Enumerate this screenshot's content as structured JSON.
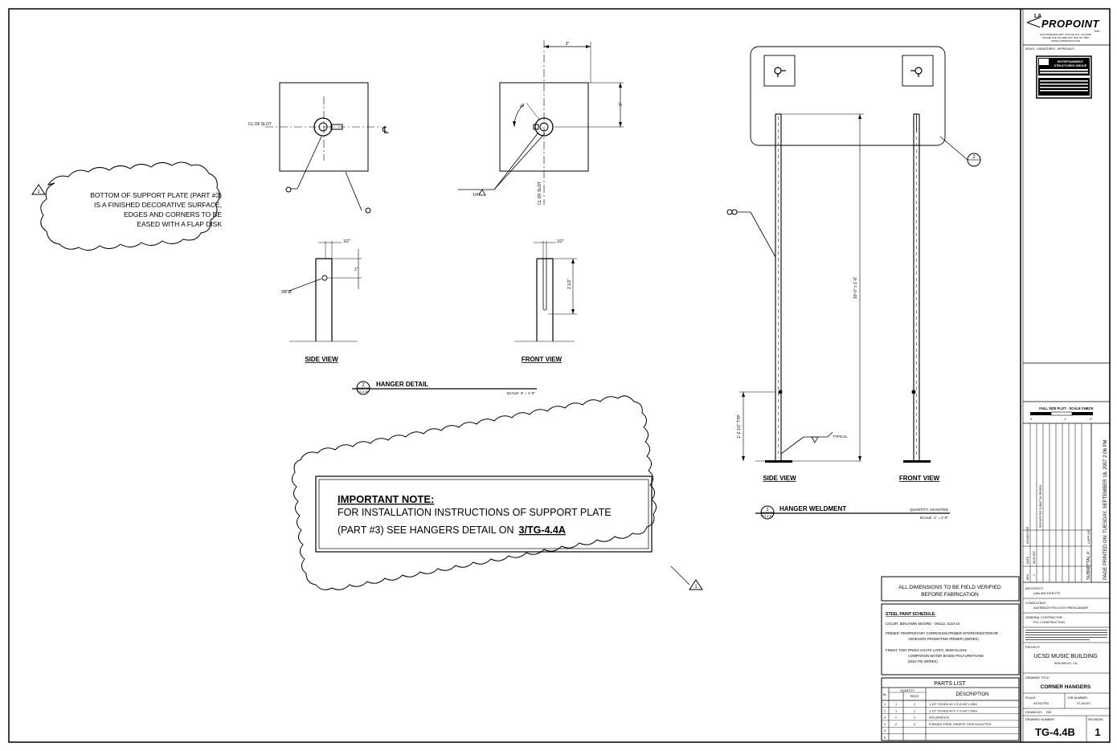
{
  "cloud_note_1": {
    "lines": [
      "BOTTOM OF SUPPORT PLATE (PART #3)",
      "IS A FINISHED DECORATIVE SURFACE,",
      "EDGES AND CORNERS TO BE",
      "EASED WITH A FLAP DISK"
    ],
    "revision": "1"
  },
  "plate_views": {
    "cl_slot_left": "CL OF SLOT",
    "cl_slot_vertical": "CL OF SLOT",
    "dim_top": "3\"",
    "dim_right": "3\"",
    "angle": "45°",
    "weld_symbol": "1/4\""
  },
  "hanger_detail": {
    "side_view_label": "SIDE VIEW",
    "front_view_label": "FRONT VIEW",
    "dim_side_top": "1/2\"",
    "dim_side_hole": "1\"",
    "hole_callout": "3/8\"Ø",
    "dim_front_top": "1/2\"",
    "dim_front_slot": "2 1/2\"",
    "title_number": "2",
    "title_sheet": "TG-4.4B",
    "title": "HANGER DETAIL",
    "scale": "SCALE: 3\" = 1'-0\""
  },
  "important_note": {
    "heading": "IMPORTANT NOTE:",
    "line1": "FOR INSTALLATION INSTRUCTIONS OF SUPPORT PLATE",
    "line2_prefix": "(PART #3) SEE HANGERS DETAIL ON",
    "line2_ref": "3/TG-4.4A",
    "revision": "1"
  },
  "hanger_weldment": {
    "side_view_label": "SIDE VIEW",
    "front_view_label": "FRONT VIEW",
    "part_callout": "2",
    "detail_callout": "2",
    "length_dim": "10'-0\" ± 1'-6\"",
    "bottom_dim": "1'-2 1/2\" TYP",
    "typical": "TYPICAL",
    "title_number": "1",
    "title_sheet": "TG-4.4B",
    "title": "HANGER WELDMENT",
    "quantity": "QUANTITY: AS NOTED",
    "scale": "SCALE: 1\" = 1'-0\""
  },
  "general_notes": {
    "field_verify_1": "ALL DIMENSIONS TO BE FIELD VERIFIED",
    "field_verify_2": "BEFORE FABRICATION",
    "paint_heading": "STEEL PAINT SCHEDULE:",
    "paint_color": "COLOR: BENJAMIN MOORE - ON112; 2133-10",
    "primer_1": "PRIMER: PROPRIETARY CORROSION PRIMER INTERIOR/EXTERIOR",
    "primer_2": "ADHESION PROMOTING PRIMER (SERIES)",
    "finish_1": "FINISH: TWO FINISH COATS LATEX; SEMI-GLOSS",
    "finish_2": "COMPARION WATER BASED POLYURETHANE",
    "finish_3": "(M43-700 SERIES)"
  },
  "parts_list": {
    "title": "PARTS LIST",
    "col_no": "No",
    "col_qty": "QUANTITY",
    "col_req": "REQ'D",
    "col_desc": "DESCRIPTION",
    "rows": [
      {
        "no": "1",
        "a": "1",
        "b": "1",
        "desc": "1-1/2\" SCHED 40 X 9'-8-3/4\" LONG"
      },
      {
        "no": "2",
        "a": "1",
        "b": "1",
        "desc": "1-1/2\" SCHED 40 X 7'-5-3/4\" LONG"
      },
      {
        "no": "3",
        "a": "2",
        "b": "2",
        "desc": "4X6 (4X6X1/4)"
      },
      {
        "no": "4",
        "a": "2",
        "b": "4",
        "desc": "FORGED STEEL PADEYE 7/8\"Ø SCULPTED"
      },
      {
        "no": "5",
        "a": "",
        "b": "",
        "desc": ""
      },
      {
        "no": "6",
        "a": "",
        "b": "",
        "desc": ""
      }
    ]
  },
  "title_block": {
    "logo_top": "LA",
    "logo_main": "PROPOINT",
    "logo_suffix": "INC.",
    "address_1": "1611 MARKHAM WAY, SUN VALLEY, CA 91352",
    "address_2": "PHONE: 818-767-6800 FAX: 818-767-7800",
    "address_3": "WWW.LAPROPOINT.COM",
    "seals_label": "SEALS - SIGNATURES - APPROVALS",
    "seal_title_1": "ENTERTAINMENT",
    "seal_title_2": "STRUCTURES GROUP",
    "plot_scale_label": "FULL SIZE PLOT - SCALE CHECK",
    "plot_scale_0": "0",
    "plot_scale_1": "1\"",
    "plot_scale_2": "2\"",
    "rev_col_rev": "REV",
    "rev_col_date": "DATE",
    "rev_col_issued": "ISSUED FOR",
    "rev_row_rev": "1",
    "rev_row_date": "08-05-2007",
    "rev_row_issued": "REVISED PER SUBMITTAL REVIEW",
    "submittal": "SUBMITTAL #:",
    "submittal_no": "LAPP-007",
    "printed": "PAGE PRINTED ON: TUESDAY, SEPTEMBER 18, 2007 2:06 PM",
    "architect_label": "ARCHITECT:",
    "architect": "LMN ARCHITECTS",
    "consultant_label": "CONSULTANT:",
    "consultant": "AUERBACH POLLOCK FRIEDLANDER",
    "contractor_label": "GENERAL CONTRACTOR:",
    "contractor": "PCL CONSTRUCTION",
    "project_label": "PROJECT:",
    "project": "UCSD MUSIC BUILDING",
    "project_city": "SAN DIEGO, CA",
    "drawing_title_label": "DRAWING TITLE:",
    "drawing_title": "CORNER HANGERS",
    "scale_label": "SCALE:",
    "scale": "AS NOTED",
    "job_label": "JOB NUMBER:",
    "job": "07-05-007",
    "drawn_label": "DRAWN BY:",
    "drawn": "RM",
    "drawing_number_label": "DRAWING NUMBER:",
    "drawing_number": "TG-4.4B",
    "revision_label": "REVISION:",
    "revision": "1"
  }
}
